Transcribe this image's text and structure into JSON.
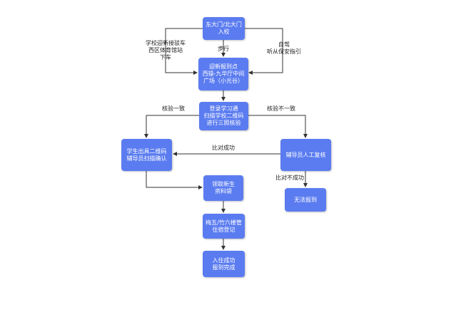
{
  "nodes": {
    "gate": "东大门/北大门\n入校",
    "checkin": "迎新报到点\n西操-九华厅中间\n广场（小光谷）",
    "login": "登录学习通\n扫描学校二维码\n进行三照核验",
    "student_qr": "学生出具二维码\n辅导员扫描确认",
    "manual": "辅导员人工复核",
    "kit": "领取新生\n资料袋",
    "fail": "无法报到",
    "dorm": "梅五/竹六楼管\n住宿登记",
    "done": "入住成功\n报到完成"
  },
  "labels": {
    "bus": "学校迎新接驳车\n西区体育馆站\n下车",
    "walk": "步行",
    "drive": "自驾\n听从保安指引",
    "verify_ok": "核验一致",
    "verify_bad": "核验不一致",
    "match_ok": "比对成功",
    "match_bad": "比对不成功"
  },
  "colors": {
    "node_fill": "#5b7cf0",
    "line": "#333333"
  }
}
